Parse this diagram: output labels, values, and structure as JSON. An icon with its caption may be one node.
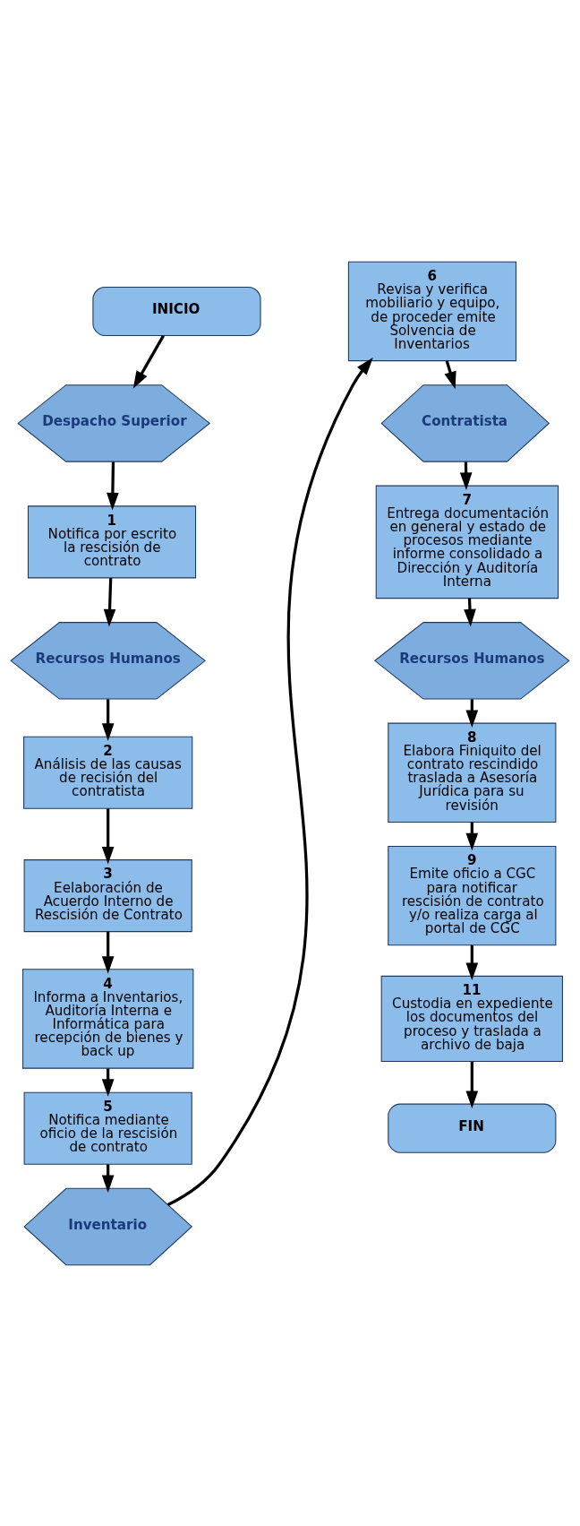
{
  "diagram": {
    "nodes": [
      {
        "text": [
          "INICIO"
        ]
      },
      {
        "text": [
          "Despacho Superior"
        ]
      },
      {
        "text": [
          "1",
          "Notifica por escrito la rescisión de contrato"
        ]
      },
      {
        "text": [
          "Recursos Humanos"
        ]
      },
      {
        "text": [
          "2",
          "Análisis de las causas de recisión del contratista"
        ]
      },
      {
        "text": [
          "3",
          "Eelaboración de Acuerdo Interno de Rescisión de Contrato"
        ]
      },
      {
        "text": [
          "4",
          "Informa a Inventarios, Auditoría Interna e Informática para recepción de bienes y back up"
        ]
      },
      {
        "text": [
          "5",
          "Notifica mediante oficio de la rescisión de contrato"
        ]
      },
      {
        "text": [
          "Inventario"
        ]
      },
      {
        "text": [
          "6",
          "Revisa y verifica mobiliario y equipo, de proceder emite Solvencia de Inventarios"
        ]
      },
      {
        "text": [
          "Contratista"
        ]
      },
      {
        "text": [
          "7",
          "Entrega documentación en general y estado de procesos mediante informe consolidado a Dirección y Auditoría Interna"
        ]
      },
      {
        "text": [
          "Recursos Humanos"
        ]
      },
      {
        "text": [
          "8",
          "Elabora Finiquito del contrato rescindido traslada a Asesoría Jurídica para su revisión"
        ]
      },
      {
        "text": [
          "9",
          "Emite oficio a CGC para notificar rescisión de contrato y/o realiza carga al portal de CGC"
        ]
      },
      {
        "text": [
          "11",
          "Custodia en expediente los documentos del proceso y traslada a archivo de baja"
        ]
      },
      {
        "text": [
          "FIN"
        ]
      }
    ],
    "edges": [
      {
        "from": 0,
        "to": 1,
        "arrow": "to"
      },
      {
        "from": 1,
        "to": 2,
        "arrow": "to"
      },
      {
        "from": 2,
        "to": 3,
        "arrow": "to"
      },
      {
        "from": 3,
        "to": 4,
        "arrow": "to"
      },
      {
        "from": 4,
        "to": 5,
        "arrow": "to"
      },
      {
        "from": 5,
        "to": 6,
        "arrow": "to"
      },
      {
        "from": 6,
        "to": 7,
        "arrow": "to"
      },
      {
        "from": 7,
        "to": 8,
        "arrow": "to"
      },
      {
        "from": 8,
        "to": 9,
        "arrow": "to"
      },
      {
        "from": 9,
        "to": 10,
        "arrow": "to"
      },
      {
        "from": 10,
        "to": 11,
        "arrow": "to"
      },
      {
        "from": 11,
        "to": 12,
        "arrow": "to"
      },
      {
        "from": 12,
        "to": 13,
        "arrow": "to"
      },
      {
        "from": 13,
        "to": 14,
        "arrow": "to"
      },
      {
        "from": 14,
        "to": 15,
        "arrow": "to"
      },
      {
        "from": 15,
        "to": 16,
        "arrow": "to"
      }
    ]
  }
}
